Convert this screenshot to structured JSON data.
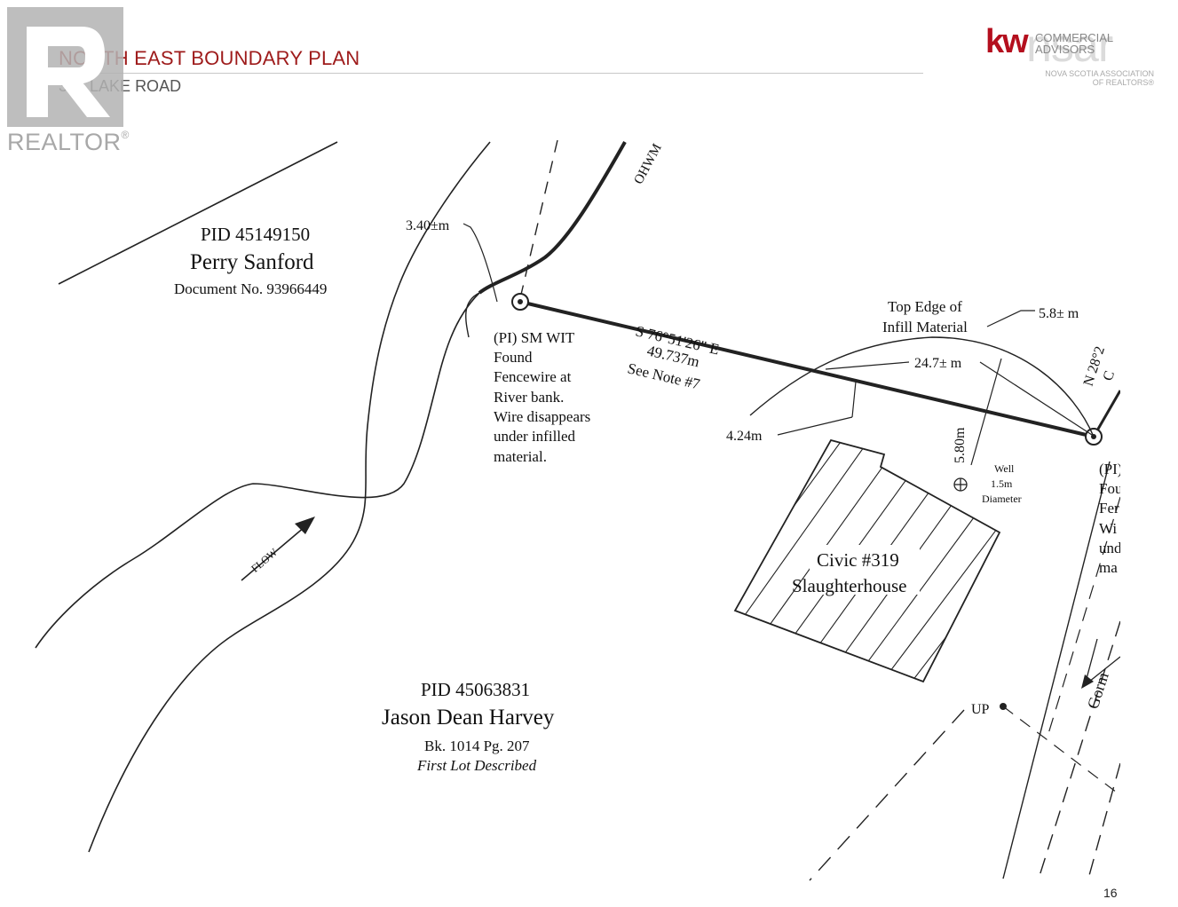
{
  "header": {
    "title": "NORTH EAST BOUNDARY PLAN",
    "subtitle": "319 LAKE ROAD"
  },
  "logos": {
    "realtor": "REALTOR",
    "realtor_mark": "®",
    "kw": "kw",
    "kw_line1": "COMMERCIAL",
    "kw_line2": "ADVISORS",
    "nsar": "nsar",
    "nsar_line1": "NOVA SCOTIA ASSOCIATION",
    "nsar_line2": "OF REALTORS®"
  },
  "plan": {
    "pid_north": "PID 45149150",
    "owner_north": "Perry Sanford",
    "doc_north": "Document No. 93966449",
    "pid_south": "PID 45063831",
    "owner_south": "Jason Dean Harvey",
    "book_south": "Bk. 1014 Pg. 207",
    "lot_south": "First Lot Described",
    "dim_340": "3.40±m",
    "ohw": "OHWM",
    "bearing": "S 76°51'26\" E",
    "distance": "49.737m",
    "note": "See Note #7",
    "pin_lines": [
      "(PI) SM WIT",
      "Found",
      "Fencewire at",
      "River bank.",
      "Wire disappears",
      "under infilled",
      "material."
    ],
    "infill_line1": "Top Edge of",
    "infill_line2": "Infill Material",
    "dim_58": "5.8± m",
    "dim_247": "24.7± m",
    "dim_424": "4.24m",
    "dim_580": "5.80m",
    "well_lines": [
      "Well",
      "1.5m",
      "Diameter"
    ],
    "civic": "Civic #319",
    "building": "Slaughterhouse",
    "flow": "FLOW",
    "north_bearing": "N 28°2",
    "north_sub": "C",
    "right_pin_lines": [
      "(PI)",
      "Fou",
      "Fer",
      "Wi",
      "und",
      "ma"
    ],
    "road": "Gorm",
    "up": "UP"
  },
  "page_number": "16"
}
